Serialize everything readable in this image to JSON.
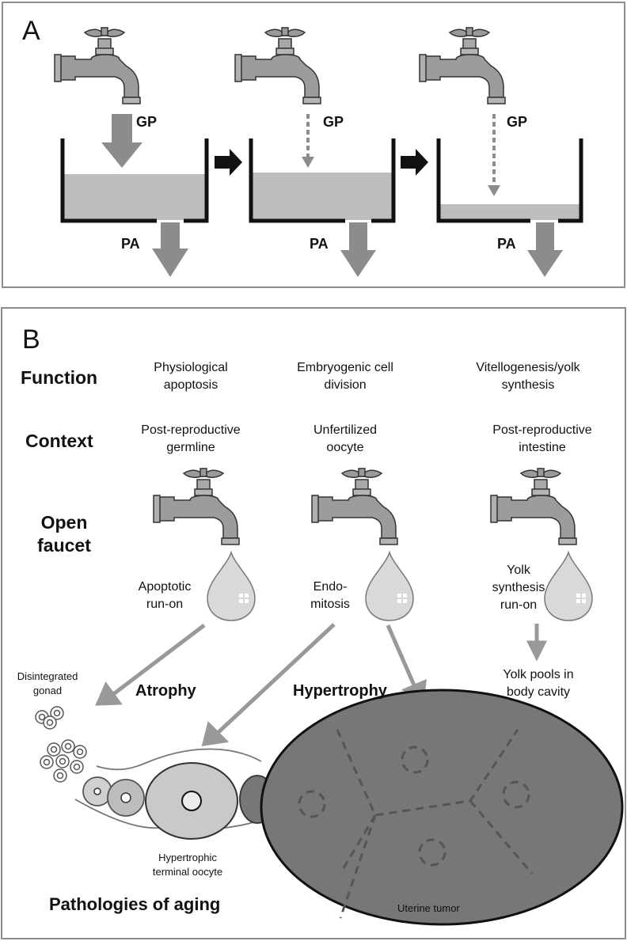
{
  "panel_a": {
    "label": "A",
    "stages": [
      {
        "gp": "GP",
        "pa": "PA"
      },
      {
        "gp": "GP",
        "pa": "PA"
      },
      {
        "gp": "GP",
        "pa": "PA"
      }
    ]
  },
  "panel_b": {
    "label": "B",
    "row_labels": {
      "function": "Function",
      "context": "Context",
      "open_faucet_line1": "Open",
      "open_faucet_line2": "faucet"
    },
    "columns": [
      {
        "function_l1": "Physiological",
        "function_l2": "apoptosis",
        "context_l1": "Post-reproductive",
        "context_l2": "germline",
        "drop_l1": "Apoptotic",
        "drop_l2": "run-on"
      },
      {
        "function_l1": "Embryogenic cell",
        "function_l2": "division",
        "context_l1": "Unfertilized",
        "context_l2": "oocyte",
        "drop_l1": "Endo-",
        "drop_l2": "mitosis"
      },
      {
        "function_l1": "Vitellogenesis/yolk",
        "function_l2": "synthesis",
        "context_l1": "Post-reproductive",
        "context_l2": "intestine",
        "drop_l1": "Yolk",
        "drop_l2": "synthesis",
        "drop_l3": "run-on"
      }
    ],
    "atrophy": "Atrophy",
    "hypertrophy": "Hypertrophy",
    "disintegrated_l1": "Disintegrated",
    "disintegrated_l2": "gonad",
    "yolk_pools_l1": "Yolk pools in",
    "yolk_pools_l2": "body cavity",
    "hypertrophic_l1": "Hypertrophic",
    "hypertrophic_l2": "terminal oocyte",
    "uterine_tumor": "Uterine tumor",
    "pathologies": "Pathologies of aging"
  }
}
